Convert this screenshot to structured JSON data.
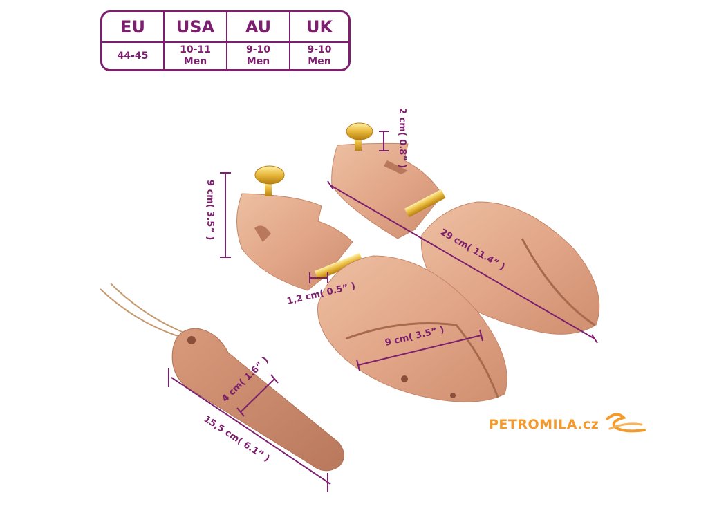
{
  "size_table": {
    "headers": [
      "EU",
      "USA",
      "AU",
      "UK"
    ],
    "values": [
      "44-45",
      "10-11\nMen",
      "9-10\nMen",
      "9-10\nMen"
    ]
  },
  "dimensions": {
    "knob_height": "2 cm( 0.8” )",
    "heel_height": "9 cm( 3.5” )",
    "length": "29 cm( 11.4” )",
    "rod_diameter": "1,2 cm( 0.5” )",
    "toe_width": "9 cm( 3.5” )",
    "horn_width": "4 cm( 1.6” )",
    "horn_length": "15,5 cm( 6.1” )"
  },
  "brand": {
    "name": "PETROMILA.cz"
  },
  "colors": {
    "accent": "#7b1f6e",
    "wood": "#e3a98a",
    "brass": "#e8b83a",
    "brand": "#f39a2b"
  }
}
